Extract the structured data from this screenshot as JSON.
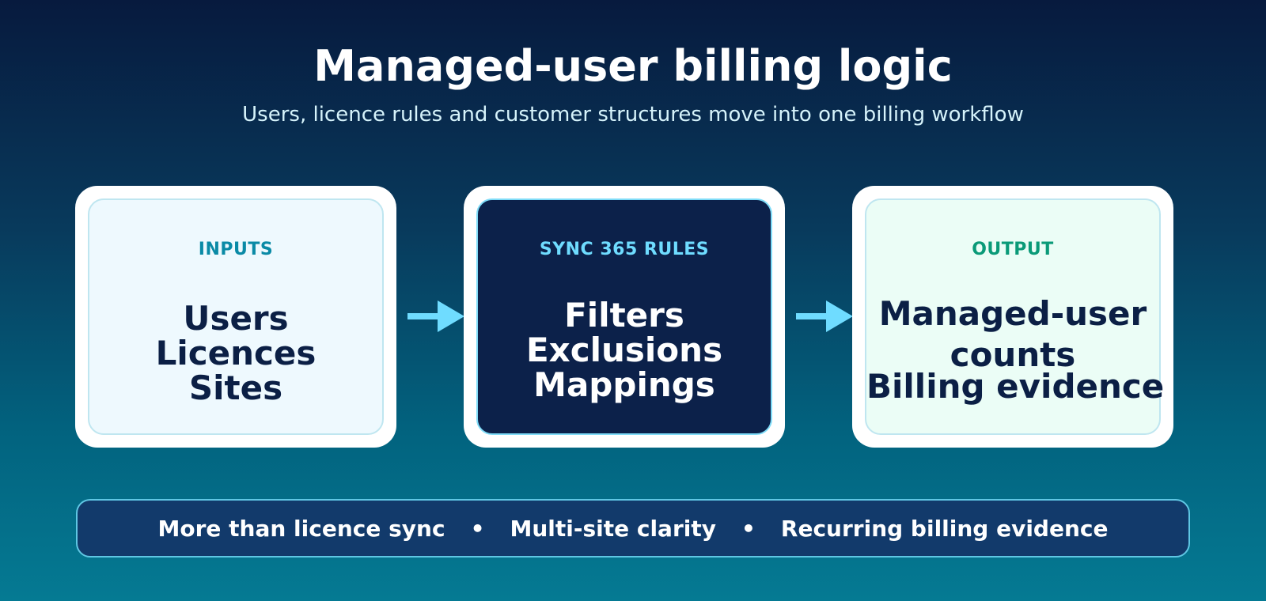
{
  "header": {
    "title": "Managed-user billing logic",
    "subtitle": "Users, licence rules and customer structures move into one billing workflow"
  },
  "cards": [
    {
      "label": "INPUTS",
      "lines": [
        "Users",
        "Licences",
        "Sites"
      ]
    },
    {
      "label": "SYNC 365 RULES",
      "lines": [
        "Filters",
        "Exclusions",
        "Mappings"
      ]
    },
    {
      "label": "OUTPUT",
      "lines": [
        "Managed-user",
        "counts",
        "Billing evidence"
      ]
    }
  ],
  "banner": {
    "items": [
      "More than licence sync",
      "Multi-site clarity",
      "Recurring billing evidence"
    ],
    "separator": "•"
  },
  "colors": {
    "inputs_label": "#0a8aa6",
    "rules_label": "#6fdcff",
    "output_label": "#0a9a78",
    "arrow": "#6fdcff",
    "dark_text": "#0b1f45"
  }
}
